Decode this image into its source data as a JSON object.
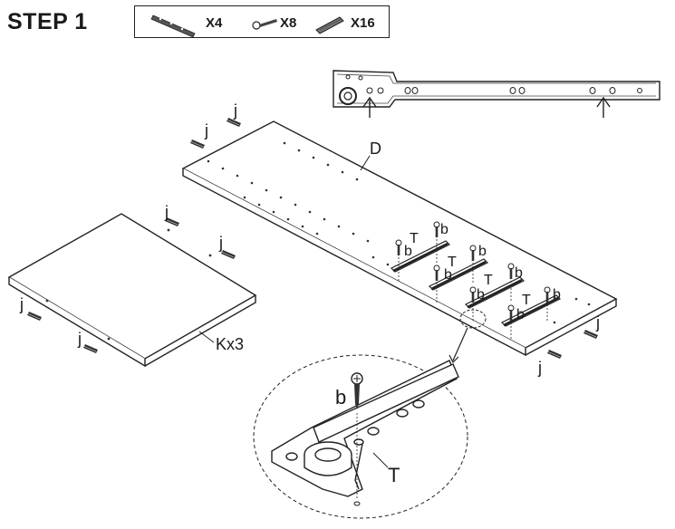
{
  "header": {
    "step_title": "STEP 1",
    "hardware": [
      {
        "icon": "bracket-icon",
        "qty": "X4"
      },
      {
        "icon": "screw-icon",
        "qty": "X8"
      },
      {
        "icon": "dowel-icon",
        "qty": "X16"
      }
    ]
  },
  "labels": {
    "panel_d": "D",
    "panel_k": "Kx3",
    "dowel": "j",
    "screw": "b",
    "runner": "T"
  }
}
